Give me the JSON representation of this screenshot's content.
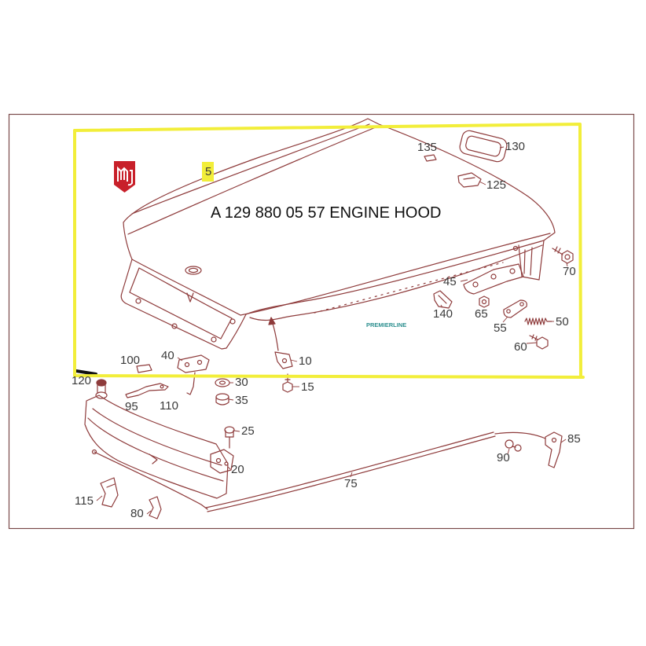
{
  "title": "A 129 880 05 57 ENGINE HOOD",
  "brand": "PREMIERLINE",
  "callouts": [
    "135",
    "130",
    "125",
    "5",
    "45",
    "70",
    "140",
    "65",
    "55",
    "50",
    "60",
    "100",
    "40",
    "10",
    "120",
    "30",
    "15",
    "95",
    "110",
    "35",
    "25",
    "85",
    "90",
    "20",
    "75",
    "115",
    "80"
  ],
  "colors": {
    "line": "#8e3b3b",
    "highlight": "#f2ee3a",
    "frame": "#7a4a4a",
    "logo": "#c8202a",
    "brand": "#2c8f8f",
    "text": "#3a3a3a",
    "title": "#111111"
  }
}
